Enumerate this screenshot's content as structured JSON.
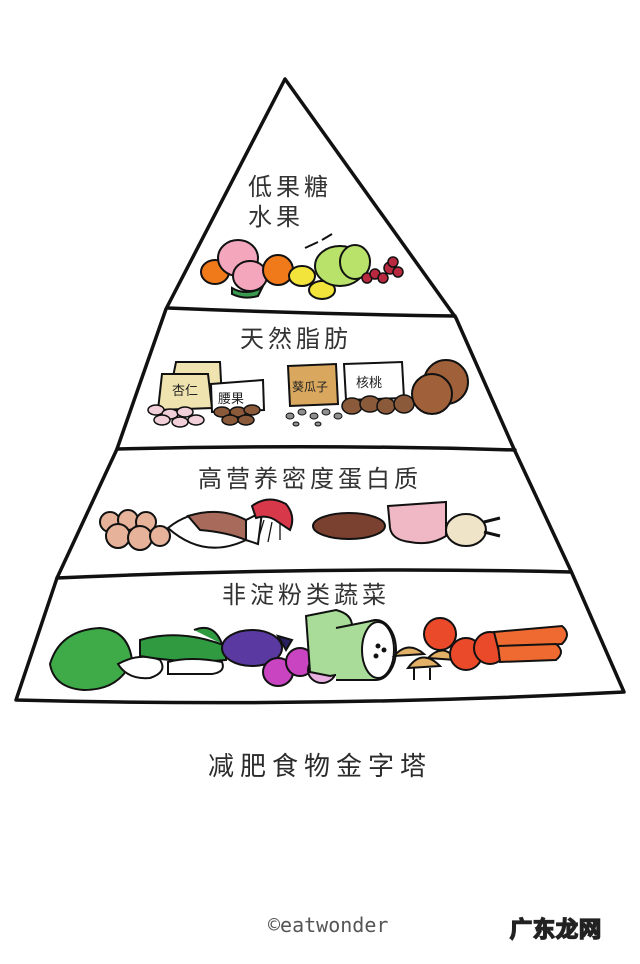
{
  "diagram": {
    "title": "减肥食物金字塔",
    "type": "food pyramid",
    "tiers": [
      {
        "level": 1,
        "label_lines": [
          "低果糖",
          "水果"
        ],
        "foods": [
          "橘子",
          "桃子",
          "柑橘",
          "柠檬",
          "哈密瓜",
          "樱桃",
          "蔓越莓"
        ]
      },
      {
        "level": 2,
        "label": "天然脂肪",
        "foods": [
          "杏仁",
          "腰果",
          "葵瓜子",
          "核桃",
          "椰子"
        ],
        "bag_labels": [
          "杏仁",
          "腰果",
          "葵瓜子",
          "核桃"
        ]
      },
      {
        "level": 3,
        "label": "高营养密度蛋白质",
        "foods": [
          "鸡蛋",
          "鱼",
          "虾",
          "牛排",
          "猪肉",
          "鸡腿"
        ]
      },
      {
        "level": 4,
        "label": "非淀粉类蔬菜",
        "foods": [
          "青菜",
          "小白菜",
          "茄子",
          "洋葱",
          "冬瓜",
          "蘑菇",
          "番茄",
          "胡萝卜"
        ]
      }
    ]
  },
  "credit": "©eatwonder",
  "watermark": "广东龙网",
  "colors": {
    "outline": "#111111",
    "text": "#333333",
    "peach": "#f4a6bd",
    "orange": "#f07a1a",
    "lemon": "#f2e43a",
    "melon": "#b9e26a",
    "cherry": "#b8283e",
    "bag": "#efe3b0",
    "bag_dark": "#d9a85e",
    "walnut": "#8a5a3a",
    "coconut": "#a0603a",
    "egg": "#e6b39a",
    "shrimp": "#d8394a",
    "steak": "#7a4030",
    "pork": "#f0b8c4",
    "greens": "#3eaa48",
    "eggplant": "#5a3aa0",
    "onion": "#c844c0",
    "gourd": "#a8dc98",
    "mushroom": "#e2b066",
    "tomato": "#ea4a2a",
    "carrot": "#ee6a30"
  }
}
